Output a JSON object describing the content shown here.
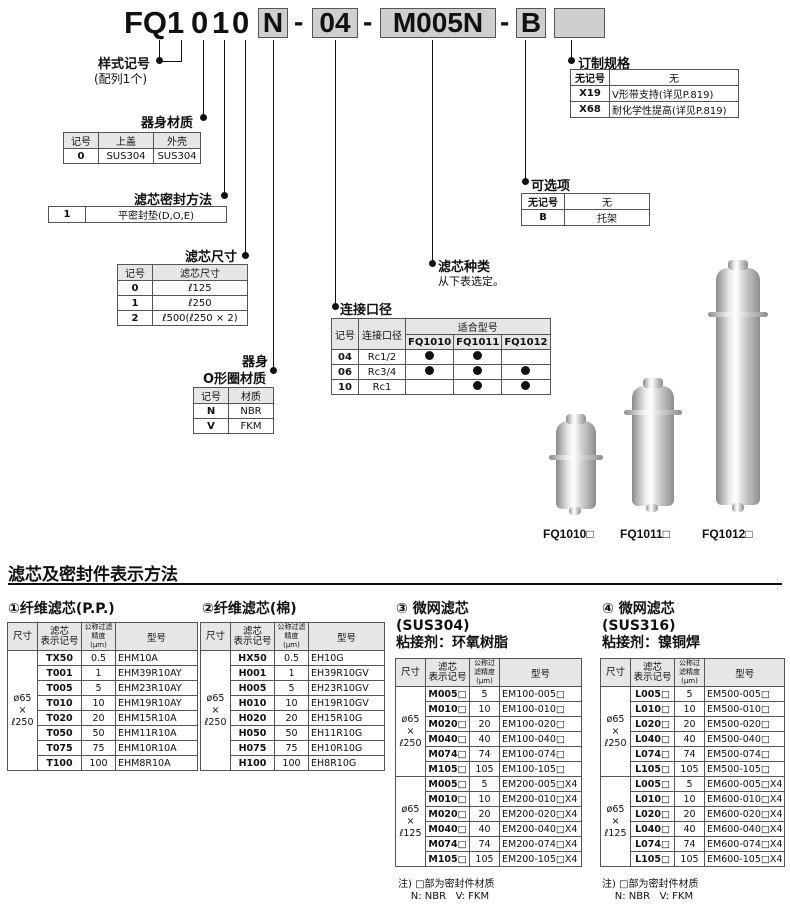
{
  "model_code": {
    "prefix": "FQ1",
    "d0": "0",
    "d1": "1",
    "d2": "0",
    "seal": "N",
    "port": "04",
    "element": "M005N",
    "option": "B",
    "dash": "-"
  },
  "style": {
    "title": "样式记号",
    "subtitle": "(配列1个)"
  },
  "body_material": {
    "title": "器身材质",
    "headers": [
      "记号",
      "上盖",
      "外壳"
    ],
    "rows": [
      [
        "0",
        "SUS304",
        "SUS304"
      ]
    ]
  },
  "seal_method": {
    "title": "滤芯密封方法",
    "rows": [
      [
        "1",
        "平密封垫(D,O,E)"
      ]
    ]
  },
  "element_size": {
    "title": "滤芯尺寸",
    "headers": [
      "记号",
      "滤芯尺寸"
    ],
    "rows": [
      [
        "0",
        "ℓ125"
      ],
      [
        "1",
        "ℓ250"
      ],
      [
        "2",
        "ℓ500(ℓ250 × 2)"
      ]
    ]
  },
  "oring": {
    "title1": "器身",
    "title2": "O形圈材质",
    "headers": [
      "记号",
      "材质"
    ],
    "rows": [
      [
        "N",
        "NBR"
      ],
      [
        "V",
        "FKM"
      ]
    ]
  },
  "port": {
    "title": "连接口径",
    "headers": [
      "记号",
      "连接口径",
      "适合型号"
    ],
    "models": [
      "FQ1010",
      "FQ1011",
      "FQ1012"
    ],
    "rows": [
      {
        "code": "04",
        "size": "Rc1/2",
        "fit": [
          true,
          true,
          false
        ]
      },
      {
        "code": "06",
        "size": "Rc3/4",
        "fit": [
          true,
          true,
          true
        ]
      },
      {
        "code": "10",
        "size": "Rc1",
        "fit": [
          false,
          true,
          true
        ]
      }
    ]
  },
  "element_type": {
    "title": "滤芯种类",
    "subtitle": "从下表选定。"
  },
  "option": {
    "title": "可选项",
    "rows": [
      [
        "无记号",
        "无"
      ],
      [
        "B",
        "托架"
      ]
    ]
  },
  "custom": {
    "title": "订制规格",
    "rows": [
      [
        "无记号",
        "无"
      ],
      [
        "X19",
        "V形带支持(详见P.819)"
      ],
      [
        "X68",
        "耐化学性提高(详见P.819)"
      ]
    ]
  },
  "products": [
    "FQ1010□",
    "FQ1011□",
    "FQ1012□"
  ],
  "section_title": "滤芯及密封件表示方法",
  "filters": [
    {
      "title": "①纤维滤芯(P.P.)",
      "headers": [
        "尺寸",
        "滤芯\n表示记号",
        "公称过滤精度\n(μm)",
        "型号"
      ],
      "size_label": "ø65\n×\nℓ250",
      "rows": [
        [
          "TX50",
          "0.5",
          "EHM10A"
        ],
        [
          "T001",
          "1",
          "EHM39R10AY"
        ],
        [
          "T005",
          "5",
          "EHM23R10AY"
        ],
        [
          "T010",
          "10",
          "EHM19R10AY"
        ],
        [
          "T020",
          "20",
          "EHM15R10A"
        ],
        [
          "T050",
          "50",
          "EHM11R10A"
        ],
        [
          "T075",
          "75",
          "EHM10R10A"
        ],
        [
          "T100",
          "100",
          "EHM8R10A"
        ]
      ]
    },
    {
      "title": "②纤维滤芯(棉)",
      "headers": [
        "尺寸",
        "滤芯\n表示记号",
        "公称过滤精度\n(μm)",
        "型号"
      ],
      "size_label": "ø65\n×\nℓ250",
      "rows": [
        [
          "HX50",
          "0.5",
          "EH10G"
        ],
        [
          "H001",
          "1",
          "EH39R10GV"
        ],
        [
          "H005",
          "5",
          "EH23R10GV"
        ],
        [
          "H010",
          "10",
          "EH19R10GV"
        ],
        [
          "H020",
          "20",
          "EH15R10G"
        ],
        [
          "H050",
          "50",
          "EH11R10G"
        ],
        [
          "H075",
          "75",
          "EH10R10G"
        ],
        [
          "H100",
          "100",
          "EH8R10G"
        ]
      ]
    },
    {
      "title": "③ 微网滤芯\n(SUS304)\n粘接剂：环氧树脂",
      "headers": [
        "尺寸",
        "滤芯\n表示记号",
        "公称过滤精度\n(μm)",
        "型号"
      ],
      "groups": [
        {
          "size_label": "ø65\n×\nℓ250",
          "rows": [
            [
              "M005□",
              "5",
              "EM100-005□"
            ],
            [
              "M010□",
              "10",
              "EM100-010□"
            ],
            [
              "M020□",
              "20",
              "EM100-020□"
            ],
            [
              "M040□",
              "40",
              "EM100-040□"
            ],
            [
              "M074□",
              "74",
              "EM100-074□"
            ],
            [
              "M105□",
              "105",
              "EM100-105□"
            ]
          ]
        },
        {
          "size_label": "ø65\n×\nℓ125",
          "rows": [
            [
              "M005□",
              "5",
              "EM200-005□X4"
            ],
            [
              "M010□",
              "10",
              "EM200-010□X4"
            ],
            [
              "M020□",
              "20",
              "EM200-020□X4"
            ],
            [
              "M040□",
              "40",
              "EM200-040□X4"
            ],
            [
              "M074□",
              "74",
              "EM200-074□X4"
            ],
            [
              "M105□",
              "105",
              "EM200-105□X4"
            ]
          ]
        }
      ],
      "note": "注) □部为密封件材质\n    N: NBR   V: FKM"
    },
    {
      "title": "④ 微网滤芯\n(SUS316)\n粘接剂：镍铜焊",
      "headers": [
        "尺寸",
        "滤芯\n表示记号",
        "公称过滤精度\n(μm)",
        "型号"
      ],
      "groups": [
        {
          "size_label": "ø65\n×\nℓ250",
          "rows": [
            [
              "L005□",
              "5",
              "EM500-005□"
            ],
            [
              "L010□",
              "10",
              "EM500-010□"
            ],
            [
              "L020□",
              "20",
              "EM500-020□"
            ],
            [
              "L040□",
              "40",
              "EM500-040□"
            ],
            [
              "L074□",
              "74",
              "EM500-074□"
            ],
            [
              "L105□",
              "105",
              "EM500-105□"
            ]
          ]
        },
        {
          "size_label": "ø65\n×\nℓ125",
          "rows": [
            [
              "L005□",
              "5",
              "EM600-005□X4"
            ],
            [
              "L010□",
              "10",
              "EM600-010□X4"
            ],
            [
              "L020□",
              "20",
              "EM600-020□X4"
            ],
            [
              "L040□",
              "40",
              "EM600-040□X4"
            ],
            [
              "L074□",
              "74",
              "EM600-074□X4"
            ],
            [
              "L105□",
              "105",
              "EM600-105□X4"
            ]
          ]
        }
      ],
      "note": "注) □部为密封件材质\n    N: NBR   V: FKM"
    }
  ]
}
